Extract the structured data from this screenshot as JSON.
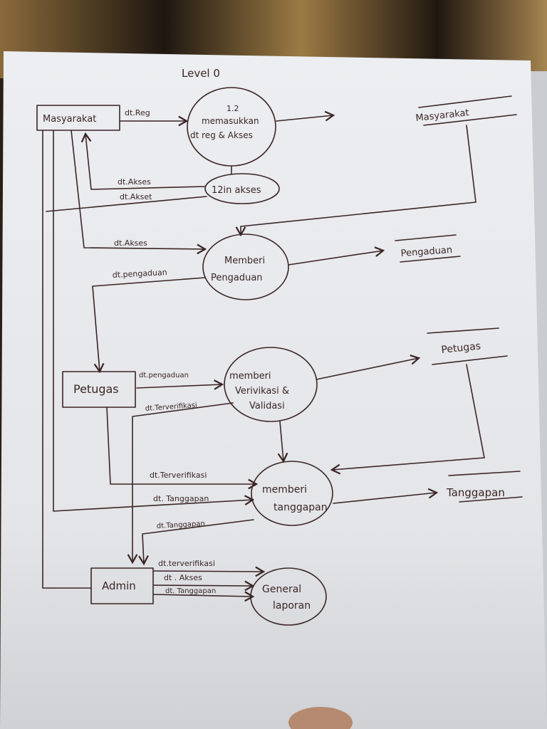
{
  "title": "Level 0",
  "entities": {
    "masyarakat": "Masyarakat",
    "petugas": "Petugas",
    "admin": "Admin"
  },
  "processes": {
    "p12_number": "1.2",
    "p12_line1": "memasukkan",
    "p12_line2": "dt reg & Akses",
    "izin": "12in  akses",
    "pengaduan_line1": "Memberi",
    "pengaduan_line2": "Pengaduan",
    "verifikasi_line1": "memberi",
    "verifikasi_line2": "Verivikasi &",
    "verifikasi_line3": "Validasi",
    "tanggapan_line1": "memberi",
    "tanggapan_line2": "tanggapan",
    "laporan_line1": "General",
    "laporan_line2": "laporan"
  },
  "stores": {
    "masyarakat": "Masyarakat",
    "pengaduan": "Pengaduan",
    "petugas": "Petugas",
    "tanggapan": "Tanggapan"
  },
  "flows": {
    "dt_reg": "dt.Reg",
    "dt_akses_1": "dt.Akses",
    "dt_akset": "dt.Akset",
    "dt_akses_2": "dt.Akses",
    "dt_pengaduan_1": "dt.pengaduan",
    "dt_pengaduan_2": "dt.pengaduan",
    "dt_terverifikasi_1": "dt.Terverifikasi",
    "dt_terverifikasi_2": "dt.Terverifikasi",
    "dt_tanggapan_1": "dt. Tanggapan",
    "dt_tanggapan_2": "dt.Tanggapan",
    "dt_terverifikasi_3": "dt.terverifikasi",
    "dt_akses_3": "dt . Akses",
    "dt_tanggapan_3": "dt. Tanggapan"
  },
  "colors": {
    "ink": "#3b2526",
    "paper": "#e9ebee"
  }
}
